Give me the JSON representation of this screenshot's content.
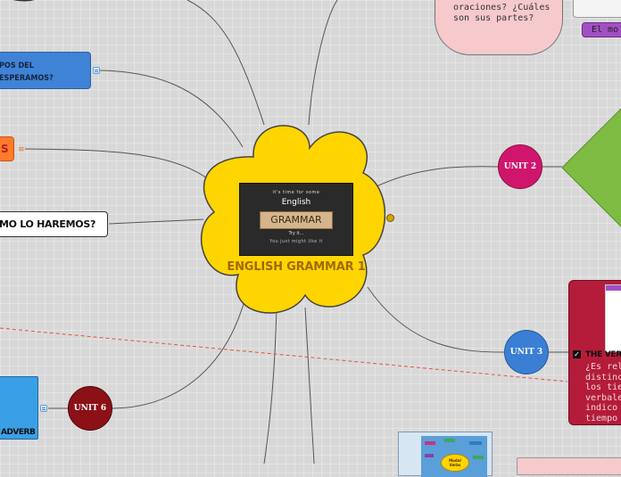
{
  "central": {
    "title": "ENGLISH GRAMMAR 1",
    "image": {
      "tagline": "it's time for some",
      "line1": "English",
      "banner": "GRAMMAR",
      "try": "Try it...",
      "footer": "You just might like it"
    }
  },
  "left": {
    "tipos_text": "POS DEL\nESPERAMOS?",
    "orange_text": "S",
    "como_text": "MO LO HAREMOS?",
    "adverb_text": "ADVERB"
  },
  "units": {
    "unit2": "UNIT 2",
    "unit3": "UNIT 3",
    "unit6": "UNIT 6"
  },
  "top_right": {
    "oraciones_text": "oraciones? ¿Cuáles\nson sus partes?",
    "purple_label": "El mo"
  },
  "verb_card": {
    "title": "THE VERB",
    "body": "¿Es rel\ndistinc\nlos tie\nverbale\nindico\ntiempo"
  },
  "modal_card": {
    "title": "Modal\nVerbs"
  },
  "colors": {
    "central": "#ffd500",
    "unit2": "#d0166c",
    "unit3": "#3a7fd4",
    "unit6": "#8b1116",
    "diamond": "#7dbb42",
    "verb_card": "#b41c3a",
    "tipos": "#3f83d6",
    "orange": "#ff7a2a",
    "adverb": "#3aa0e6",
    "pink": "#f6c9cd",
    "purple": "#a24fc2"
  }
}
